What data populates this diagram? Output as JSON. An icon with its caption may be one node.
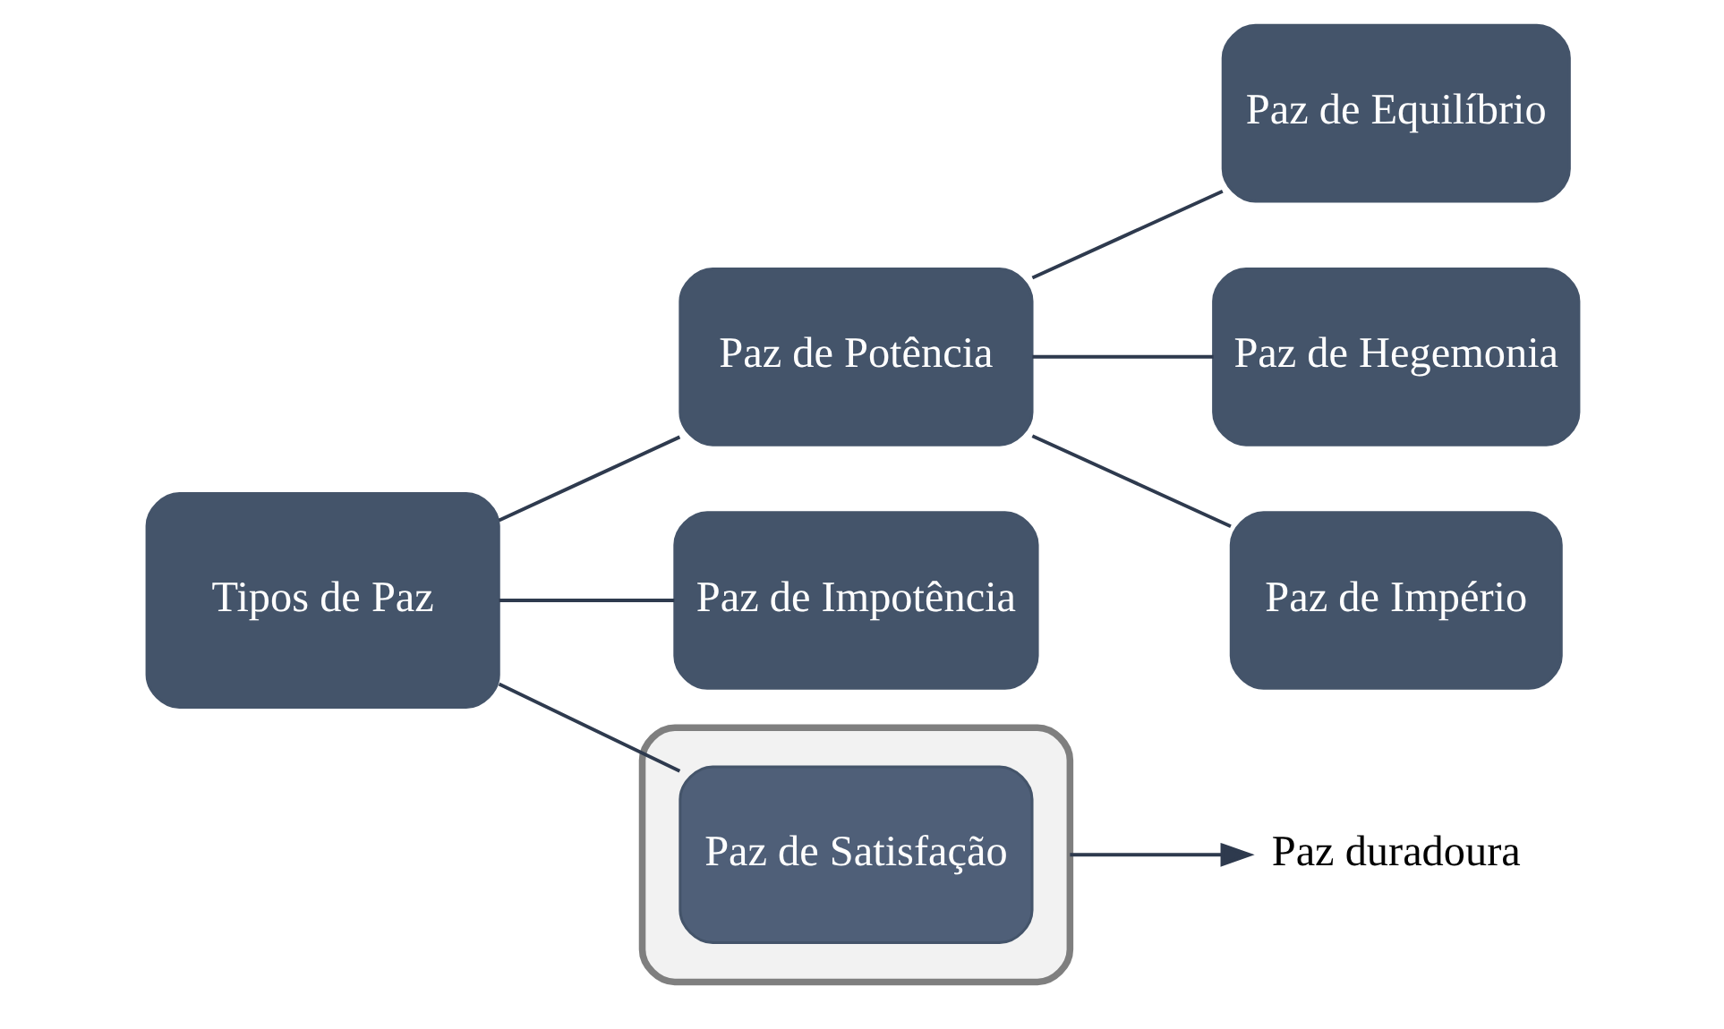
{
  "diagram": {
    "nodes": [
      {
        "text": [
          "Tipos de Paz"
        ]
      },
      {
        "text": [
          "Paz de Potência"
        ]
      },
      {
        "text": [
          "Paz de Equilíbrio"
        ]
      },
      {
        "text": [
          "Paz de Hegemonia"
        ]
      },
      {
        "text": [
          "Paz de Império"
        ]
      },
      {
        "text": [
          "Paz de Impotência"
        ]
      },
      {
        "text": [],
        "shape": "box"
      },
      {
        "text": [
          "Paz de Satisfação"
        ],
        "in": 6
      },
      {
        "text": [
          "Paz duradoura"
        ]
      }
    ],
    "edges": [
      {
        "from": 0,
        "to": 1,
        "arrow": "none"
      },
      {
        "from": 0,
        "to": 5,
        "arrow": "none"
      },
      {
        "from": 0,
        "to": 7,
        "arrow": "none"
      },
      {
        "from": 1,
        "to": 2,
        "arrow": "none"
      },
      {
        "from": 1,
        "to": 3,
        "arrow": "none"
      },
      {
        "from": 1,
        "to": 4,
        "arrow": "none"
      },
      {
        "from": 6,
        "to": 8,
        "arrow": "to"
      }
    ]
  }
}
